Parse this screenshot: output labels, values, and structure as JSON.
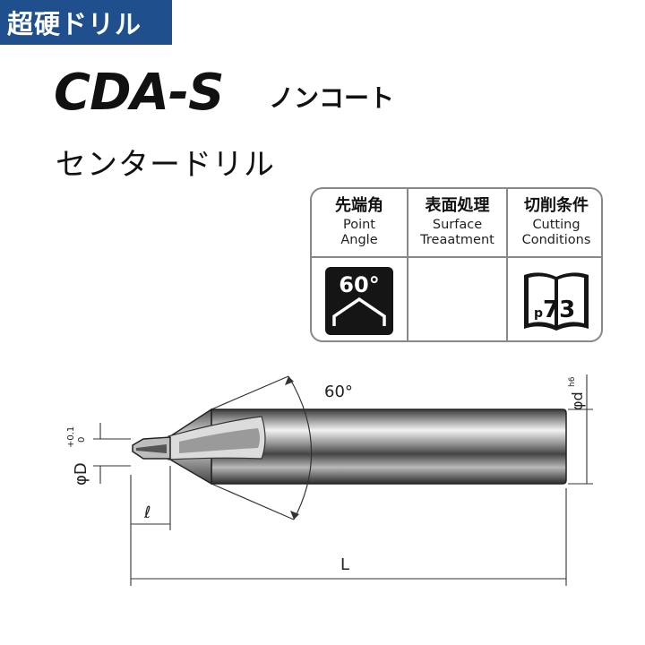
{
  "header": {
    "category": "超硬ドリル",
    "product_code": "CDA-S",
    "coating": "ノンコート",
    "product_type": "センタードリル"
  },
  "spec_table": {
    "columns": [
      {
        "jp": "先端角",
        "en_line1": "Point",
        "en_line2": "Angle"
      },
      {
        "jp": "表面処理",
        "en_line1": "Surface",
        "en_line2": "Treaatment"
      },
      {
        "jp": "切削条件",
        "en_line1": "Cutting",
        "en_line2": "Conditions"
      }
    ],
    "point_angle_value": "60°",
    "surface_treatment_value": "",
    "cutting_conditions_page_prefix": "p",
    "cutting_conditions_page": "73"
  },
  "drawing": {
    "angle_label": "60°",
    "shank_dia_label": "φd",
    "shank_tol": "h6",
    "tip_dia_label": "φD",
    "tip_tol_upper": "+0.1",
    "tip_tol_lower": "0",
    "tip_length_label": "ℓ",
    "overall_length_label": "L"
  }
}
